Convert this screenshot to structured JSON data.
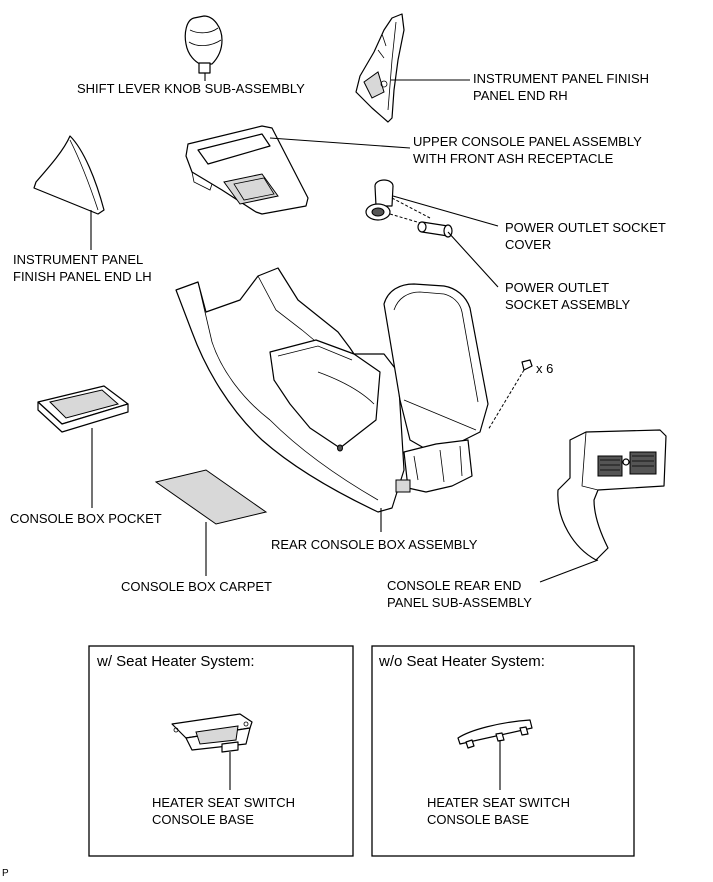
{
  "labels": {
    "shift_lever_knob": "SHIFT LEVER KNOB SUB-ASSEMBLY",
    "ip_finish_rh_1": "INSTRUMENT PANEL FINISH",
    "ip_finish_rh_2": "PANEL END RH",
    "upper_console_1": "UPPER CONSOLE PANEL ASSEMBLY",
    "upper_console_2": "WITH FRONT ASH RECEPTACLE",
    "ip_finish_lh_1": "INSTRUMENT PANEL",
    "ip_finish_lh_2": "FINISH PANEL END LH",
    "power_cover_1": "POWER OUTLET SOCKET",
    "power_cover_2": "COVER",
    "power_socket_1": "POWER OUTLET",
    "power_socket_2": "SOCKET ASSEMBLY",
    "screw_qty": "x 6",
    "console_pocket": "CONSOLE BOX POCKET",
    "rear_console_box": "REAR CONSOLE BOX ASSEMBLY",
    "console_carpet": "CONSOLE BOX CARPET",
    "rear_end_panel_1": "CONSOLE REAR END",
    "rear_end_panel_2": "PANEL SUB-ASSEMBLY"
  },
  "boxes": {
    "with_heater_title": "w/ Seat Heater System:",
    "without_heater_title": "w/o Seat Heater System:",
    "with_switch_1": "HEATER SEAT SWITCH",
    "with_switch_2": "CONSOLE BASE",
    "without_switch_1": "HEATER SEAT SWITCH",
    "without_switch_2": "CONSOLE BASE"
  },
  "corner_mark": "P"
}
